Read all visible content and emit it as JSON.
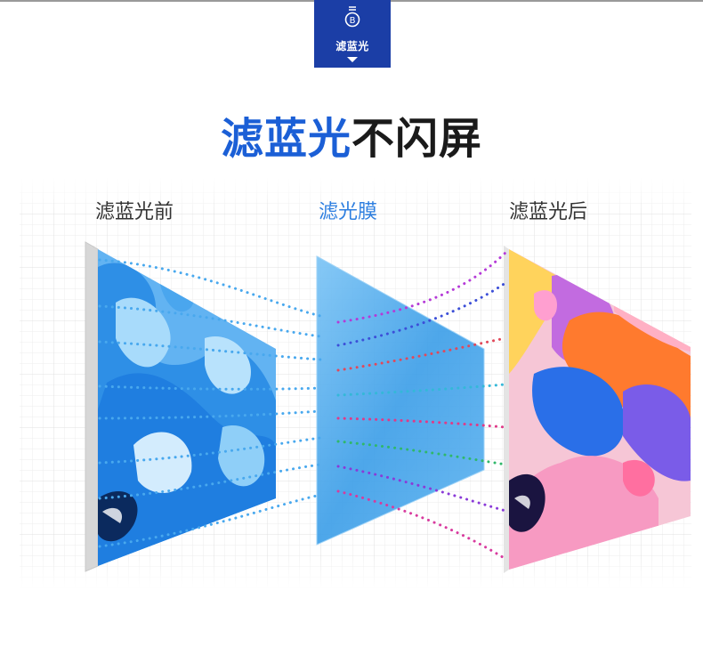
{
  "badge": {
    "label": "滤蓝光",
    "icon": "lightbulb-b-icon"
  },
  "headline": {
    "blue_part": "滤蓝光",
    "dark_part": "不闪屏"
  },
  "labels": {
    "before": "滤蓝光前",
    "film": "滤光膜",
    "after": "滤蓝光后"
  },
  "colors": {
    "brand_blue": "#1b3ea6",
    "headline_blue": "#1b5fd6",
    "film_label_blue": "#2e7fe0"
  }
}
